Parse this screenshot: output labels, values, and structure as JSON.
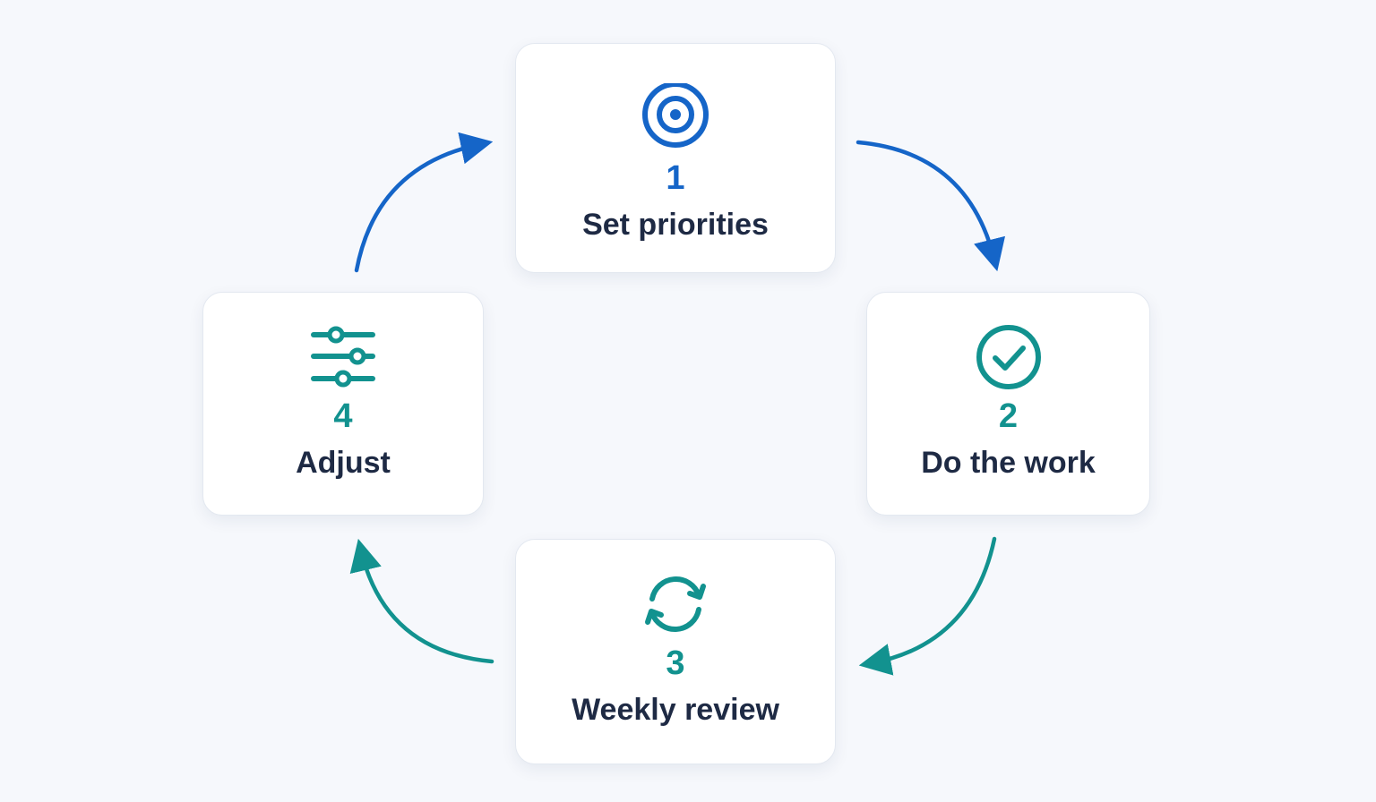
{
  "colors": {
    "blue": "#1565c8",
    "teal": "#12928f",
    "text": "#1e2a44",
    "background": "#f6f8fc",
    "card": "#ffffff"
  },
  "steps": [
    {
      "number": "1",
      "label": "Set priorities",
      "icon": "target-icon"
    },
    {
      "number": "2",
      "label": "Do the work",
      "icon": "check-circle-icon"
    },
    {
      "number": "3",
      "label": "Weekly review",
      "icon": "refresh-icon"
    },
    {
      "number": "4",
      "label": "Adjust",
      "icon": "sliders-icon"
    }
  ]
}
